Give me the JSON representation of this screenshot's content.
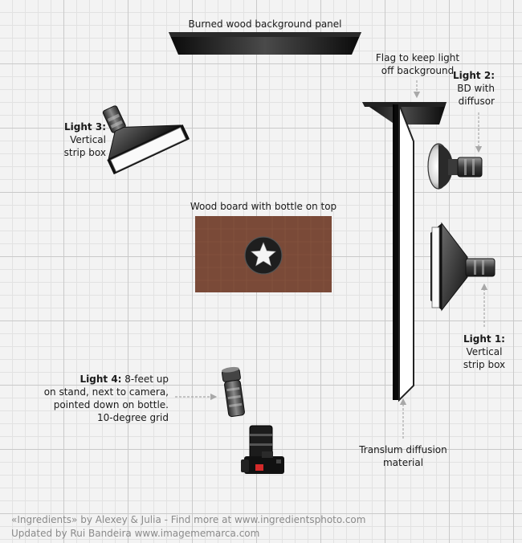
{
  "labels": {
    "background_panel": "Burned wood background panel",
    "flag_line1": "Flag to keep light",
    "flag_line2": "off background",
    "light2_title": "Light 2:",
    "light2_line1": "BD with",
    "light2_line2": "diffusor",
    "light3_title": "Light 3:",
    "light3_line1": "Vertical",
    "light3_line2": "strip box",
    "wood_board": "Wood board with bottle on top",
    "light1_title": "Light 1:",
    "light1_line1": "Vertical",
    "light1_line2": "strip box",
    "light4_title": "Light 4:",
    "light4_text1": " 8-feet up",
    "light4_line2": "on stand, next to camera,",
    "light4_line3": "pointed down on bottle.",
    "light4_line4": "10-degree grid",
    "diffusion_line1": "Translum diffusion",
    "diffusion_line2": "material"
  },
  "credits": {
    "line1": "«Ingredients» by Alexey & Julia - Find more at www.ingredientsphoto.com",
    "line2": "Updated by Rui Bandeira www.imagememarca.com"
  },
  "colors": {
    "grid_background": "#f3f3f3",
    "wood_board": "#7a4a38",
    "arrow": "#a8a8a8"
  }
}
